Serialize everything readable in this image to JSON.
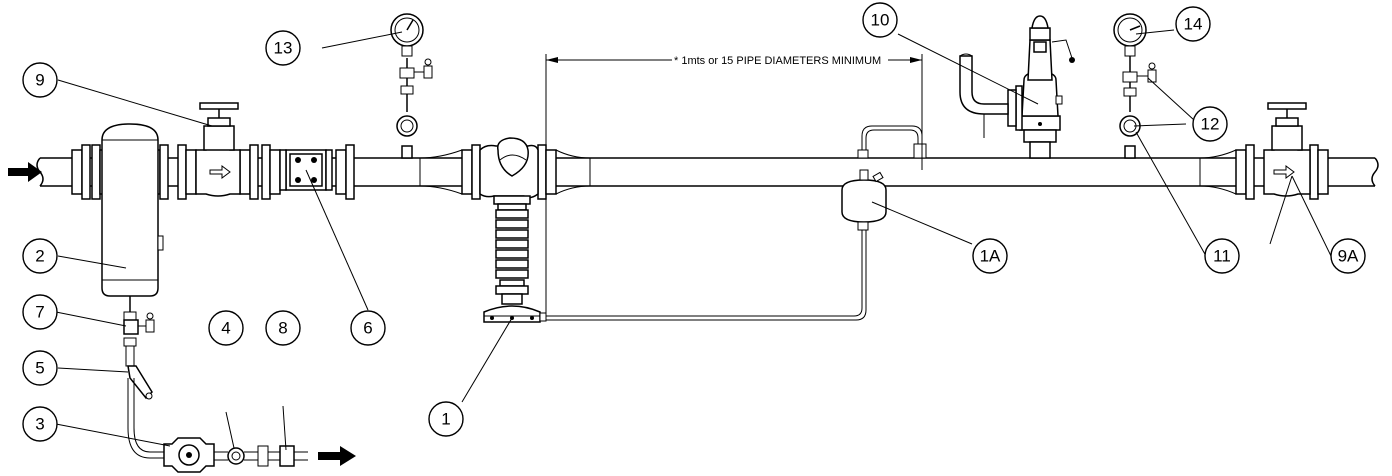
{
  "dimension_note": "* 1mts or 15 PIPE DIAMETERS MINIMUM",
  "callouts": {
    "c1": "1",
    "c1a": "1A",
    "c2": "2",
    "c3": "3",
    "c4": "4",
    "c5": "5",
    "c6": "6",
    "c7": "7",
    "c8": "8",
    "c9": "9",
    "c9a": "9A",
    "c10": "10",
    "c11": "11",
    "c12": "12",
    "c13": "13",
    "c14": "14"
  },
  "flow_arrows": [
    "inlet-arrow",
    "outlet-arrow"
  ]
}
